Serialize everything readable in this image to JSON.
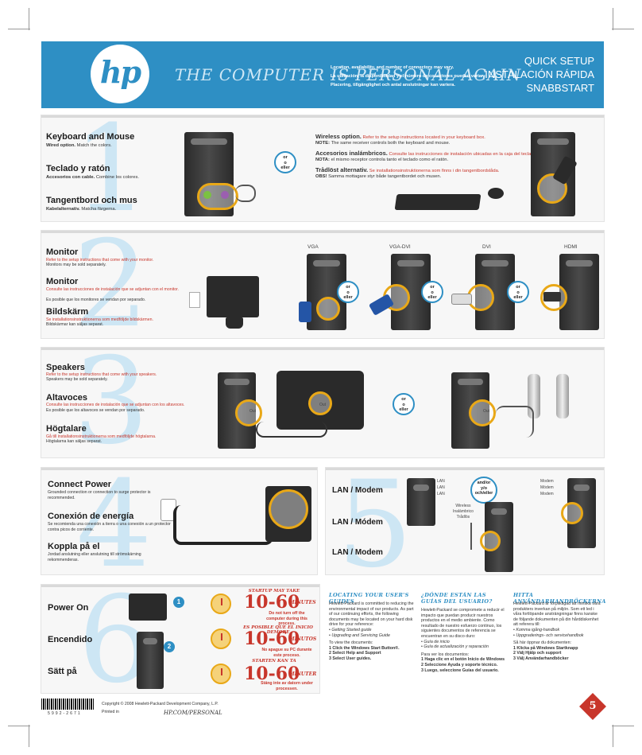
{
  "header": {
    "logo": "hp",
    "slogan": "THE COMPUTER IS PERSONAL AGAIN",
    "notes": [
      "Location, availability, and number of connectors may vary.",
      "La ubicación, la disponibilidad y el número de conectores pueden variar.",
      "Placering, tillgänglighet och antal anslutningar kan variera."
    ],
    "title_lines": [
      "QUICK SETUP",
      "INSTALACIÓN RÁPIDA",
      "SNABBSTART"
    ]
  },
  "or_label": [
    "or",
    "o",
    "eller"
  ],
  "step1": {
    "number": "1",
    "items": [
      {
        "title": "Keyboard and Mouse",
        "sub_bold": "Wired option.",
        "sub": "Match the colors."
      },
      {
        "title": "Teclado y ratón",
        "sub_bold": "Accesorios con cable.",
        "sub": "Combine los colores."
      },
      {
        "title": "Tangentbord och mus",
        "sub_bold": "Kabelalternativ.",
        "sub": "Matcha färgerna."
      }
    ],
    "wireless": [
      {
        "title": "Wireless option.",
        "red": "Refer to the setup instructions located in your keyboard box.",
        "note_bold": "NOTE:",
        "note": "The same receiver controls both the keyboard and mouse."
      },
      {
        "title": "Accesorios inalámbricos.",
        "red": "Consulte las instrucciones de instalación ubicadas en la caja del teclado.",
        "note_bold": "NOTA:",
        "note": "el mismo receptor controla tanto el teclado como el ratón."
      },
      {
        "title": "Trådlöst alternativ.",
        "red": "Se installationsinstruktionerna som finns i din tangentbordslåda.",
        "note_bold": "OBS!",
        "note": "Samma mottagare styr både tangentbordet och musen."
      }
    ]
  },
  "step2": {
    "number": "2",
    "items": [
      {
        "title": "Monitor",
        "red": "Refer to the setup instructions that come with your monitor.",
        "sub": "Monitors may be sold separately."
      },
      {
        "title": "Monitor",
        "red": "Consulte las instrucciones de instalación que se adjuntan con el monitor.",
        "sub": "Es posible que los monitores se vendan por separado."
      },
      {
        "title": "Bildskärm",
        "red": "Se installationsinstruktionerna som medföljde bildskärmen.",
        "sub": "Bildskärmar kan säljas separat."
      }
    ],
    "connectors": [
      "VGA",
      "VGA-DVI",
      "DVI",
      "HDMI"
    ]
  },
  "step3": {
    "number": "3",
    "items": [
      {
        "title": "Speakers",
        "red": "Refer to the setup instructions that come with your speakers.",
        "sub": "Speakers may be sold separately."
      },
      {
        "title": "Altavoces",
        "red": "Consulte las instrucciones de instalación que se adjuntan con los altavoces.",
        "sub": "Es posible que los altavoces se vendan por separado."
      },
      {
        "title": "Högtalare",
        "red": "Gå till installationsinstruktionerna som medföljde högtalarna.",
        "sub": "Högtalarna kan säljas separat."
      }
    ],
    "out_label": "Out"
  },
  "step4": {
    "number": "4",
    "items": [
      {
        "title": "Connect Power",
        "sub": "Grounded connection or connection to surge protector is recommended."
      },
      {
        "title": "Conexión de energía",
        "sub": "Se recomienda una conexión a tierra o una conexión a un protector contra picos de corriente."
      },
      {
        "title": "Koppla på el",
        "sub": "Jordad anslutning eller anslutning till strömskärning rekommenderas."
      }
    ]
  },
  "step5": {
    "number": "5",
    "items": [
      "LAN / Modem",
      "LAN / Módem",
      "LAN / Modem"
    ],
    "lan_labels": [
      "LAN",
      "LAN",
      "LAN"
    ],
    "andor": [
      "and/or",
      "y/o",
      "och/eller"
    ],
    "wireless": [
      "Wireless",
      "Inalámbrico",
      "Trådlös"
    ],
    "modem": [
      "Modem",
      "Módem",
      "Modem"
    ]
  },
  "step6": {
    "number": "6",
    "items": [
      "Power On",
      "Encendido",
      "Sätt på"
    ],
    "badges": [
      "1",
      "2"
    ],
    "startup": [
      {
        "head": "STARTUP MAY TAKE",
        "big": "10-60",
        "unit": "MINUTES",
        "note": "Do not turn off the computer during this process."
      },
      {
        "head": "ES POSIBLE QUE EL INICIO DEMORE",
        "big": "10-60",
        "unit": "MINUTOS",
        "note": "No apague su PC durante este proceso."
      },
      {
        "head": "STARTEN KAN TA",
        "big": "10-60",
        "unit": "MINUTER",
        "note": "Stäng inte av datorn under processen."
      }
    ]
  },
  "guides": [
    {
      "title": "LOCATING YOUR USER'S GUIDES",
      "body": "Hewlett-Packard is committed to reducing the environmental impact of our products. As part of our continuing efforts, the following documents may be located on your hard disk drive for your reference:",
      "docs": [
        "Getting Started guide",
        "Upgrading and Servicing Guide"
      ],
      "view": "To view the documents:",
      "steps": [
        "1 Click the Windows Start Button®.",
        "2 Select Help and Support",
        "3 Select User guides."
      ]
    },
    {
      "title": "¿DÓNDE ESTÁN LAS GUÍAS DEL USUARIO?",
      "body": "Hewlett-Packard se compromete a reducir el impacto que puedan producir nuestros productos en el medio ambiente. Como resultado de nuestro esfuerzo continuo, los siguientes documentos de referencia se encuentran en su disco duro:",
      "docs": [
        "Guía de inicio",
        "Guía de actualización y reparación"
      ],
      "view": "Para ver los documentos:",
      "steps": [
        "1 Haga clic en el botón Inicio de Windows",
        "2 Seleccione Ayuda y soporte técnico.",
        "3 Luego, seleccione Guías del usuario."
      ]
    },
    {
      "title": "HITTA ANVÄNDARHANDBÖCKERNA",
      "body": "Hewlett-Packard är förpliktigad att minska våra produkters inverkan på miljön. Som ett led i våra fortlöpande ansträngningar finns kanske de följande dokumenten på din hårddiskenhet att referera till:",
      "docs": [
        "Komma igång-handbok",
        "Uppgraderings- och servicehandbok"
      ],
      "view": "Så här öppnar du dokumenten:",
      "steps": [
        "1 Klicka på Windows Startknapp",
        "2 Välj Hjälp och support",
        "3 Välj Användarhandböcker"
      ]
    }
  ],
  "footer": {
    "barcode_text": "5992-2671",
    "copyright": "Copyright © 2008 Hewlett-Packard Development Company, L.P.",
    "printed": "Printed in",
    "url": "HP.COM/PERSONAL",
    "corner": "5"
  }
}
